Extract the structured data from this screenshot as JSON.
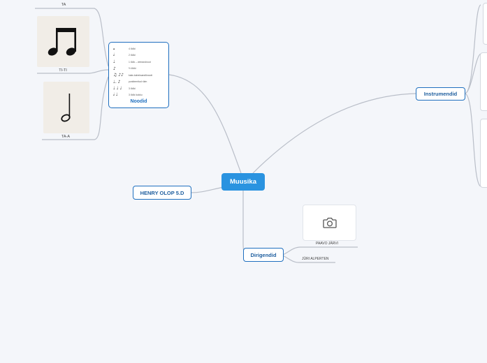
{
  "root": {
    "label": "Muusika"
  },
  "branches": {
    "noodid": {
      "label": "Noodid"
    },
    "instrumendid": {
      "label": "Instrumendid"
    },
    "dirigendid": {
      "label": "Dirigendid"
    },
    "henry": {
      "label": "HENRY OLOP 5.D"
    }
  },
  "note_cards": [
    {
      "caption": "TA",
      "icon": "quarter-note-icon"
    },
    {
      "caption": "TI-TI",
      "icon": "beamed-eighth-notes-icon"
    },
    {
      "caption": "TA-A",
      "icon": "half-note-icon"
    }
  ],
  "noodid_rows": [
    {
      "glyph": "𝅝",
      "text": "4 lööki"
    },
    {
      "glyph": "𝅗𝅥",
      "text": "2 lööki"
    },
    {
      "glyph": "♩",
      "text": "1 löök – veerandnoot"
    },
    {
      "glyph": "♪",
      "text": "½ lööki"
    },
    {
      "glyph": "♫ ♪♪",
      "text": "kaks kaheksandiknooti"
    },
    {
      "glyph": "♩. ♪",
      "text": "punkteeritud rütm"
    },
    {
      "glyph": "♩ ♩ ♩",
      "text": "3 lööki"
    },
    {
      "glyph": "𝅗𝅥 ♩",
      "text": "3 lööki kokku"
    }
  ],
  "dirigendid_leaves": [
    {
      "label": "PAAVO JÄRVI",
      "icon": "camera-icon"
    },
    {
      "label": "JÜRI ALPERTEN"
    }
  ],
  "colors": {
    "accent": "#2a93e0",
    "border": "#1f6fbf",
    "connector": "#b9bec8",
    "background": "#f4f6fa"
  }
}
